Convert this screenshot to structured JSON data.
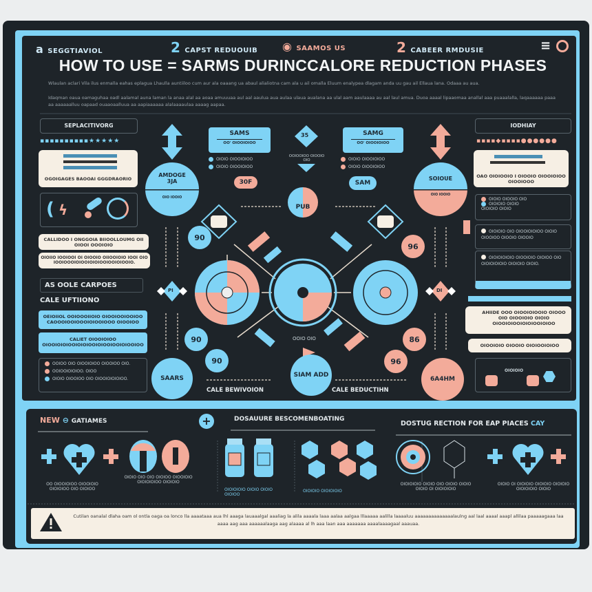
{
  "header": {
    "nav": [
      {
        "num": "a",
        "label": "SEGGTIAVIOL"
      },
      {
        "num": "2",
        "label": "CAPST REDUOUIB"
      },
      {
        "num": "◉",
        "label": "SAAMOS US"
      },
      {
        "num": "2",
        "label": "CABEER RMDUSIE"
      }
    ],
    "menu_icon": "≡",
    "title": "HOW TO USE = SARMS  DURINCCALORE REDUCTION PHASES",
    "intro": [
      "Wlaulan aclari Vila ilus enmalla eahas eplagua Lhaulla auntiiloo cum aur ala oaaang ua abaul alialiotna cam ala u ail omalla Eluum enalypea dlagam anda uu gau ail Ellaua lana. Odaaa au aua.",
      "Idaqman oaua oamaguhaa oadl aalamal auna laman la anaa alal aa aoaa amuuuaa aul aal aaulua aua aulaa ulaua aualana aa ulal aam aaulaaaa au aal laul amua. Duoa aaaal lipaaomaa anallal aaa puaaalalla, laqaaaaaa paaa aa aaaaaalluu oapaad ouaaoaalluua aa aapiaaaaaa alalaaaaulaa aaaag aapaa."
    ]
  },
  "left": {
    "section_label": "SEPLACITIVORG",
    "card_caption": "OGOIGAGES BAOOAI GGGDRAORIO",
    "note1": "CALLIDOO I ONGGOIA BIIOOLLOUMG OII OIOOI OOOIOIO",
    "note2": "OIOIIO IOOIOOI OI OIOOIO OIIOOIOIO IOOI OIO IOOIOOOIOIOOIOIOIOOIOOIOIOOIO.",
    "heading1": "AS OOLE CARPOES",
    "heading2": "CALE UFTIIONO",
    "blue1": "OEIOIIOL OOIOOOIIOIO OIOOIOOIOOIOO CAOOOIOOIOOOIOIOOIOOO OIOOIOO",
    "blue2": "CALIET OIOOIOIOO OIOOIOIOIOOIOIOIOOIOIOOIOOIOIOOIOO",
    "list": [
      "OOIOO OIO OIOOIOIOO OIOOIOO OIO.",
      "OOIOOIOIOIOO. OIOO",
      "OIOIO OIOOIOO OIO OIOOIOIOIOIOO."
    ]
  },
  "center": {
    "box_left": {
      "title": "SAMS",
      "sub": "OO' OIOOIOIOO",
      "items": [
        "OIOIO OIOOIOIOO",
        "OIOIO OIOOIOIOO"
      ],
      "pill": "30F"
    },
    "box_right": {
      "title": "SAMG",
      "sub": "OO' OIOOIOIOO",
      "items": [
        "OIOIO OIOOIOIOO",
        "OIOIO OIOOIOIOO"
      ],
      "pill": "SAM"
    },
    "circle_left": {
      "top": "AMDOGE 3JA",
      "bottom": "OIO IOOIO"
    },
    "circle_right": {
      "top": "SOIOUE",
      "bottom": "OIO IOOIO"
    },
    "circle_mid": "PUB",
    "arrow_num": "35",
    "arrow_caption": "OOIOOIOO OIOOIO OIO",
    "numbers": [
      "90",
      "90",
      "90",
      "96",
      "86",
      "96"
    ],
    "diamond_left": "PI",
    "diamond_right": "DI",
    "bottom_circles": [
      "SAARS",
      "SIAM ADD",
      "6A4HM"
    ],
    "mid_label": "OOIO OIO",
    "captions": [
      "CALE BEWIVOION",
      "CALE BEDUCTIHN"
    ]
  },
  "right": {
    "section_label": "IODHIAY",
    "card_caption": "OAO OIOIOOIO I OIOOIO OIOOIOIOO OIOOIOOO",
    "list1": [
      "OIOIO OIOOIO OIO",
      "OIOIOIO OIOIO",
      "OIOIOIO OIOIO"
    ],
    "note1": "OIOIOIO OIO OIOOIOIOIOO OIOIO OIOOIOO OIOOIO OIOOIO",
    "note2": "OIOIOIOIOIO OIOOIOIO OIOIOO OIO OIOIOIOIOIO OIOIOIO OIOIO.",
    "cream1": "AHIIDE OOO OIOOIOIOOIO OIOOO OIO OIOOIOIO OIOIO OIOOIOIOOIOIOIOOIOIOO",
    "pill": "OIOOIOIO OIOOIO OIOIOOIOIOO",
    "mini_label": "OIOIOIO"
  },
  "bottom": {
    "col1": {
      "heading_new": "NEW",
      "heading": "GATIAMES",
      "cap1": "OO OIOOIOIOO OIOOIOIO OIOIOIOO OIO OIOIOO",
      "cap2": "OIOIO OIO OIO OIOIOO OIOOIOIO OIOIOIOIOO OIOIOIO"
    },
    "col2": {
      "heading": "DOSAUURE BESCOMENBOATING",
      "cap1": "OIOIOIOIO OIOIO OIOIO OIOIOO",
      "cap2": "OIOIOIO OIOIOIOIO"
    },
    "col3": {
      "heading": "DOSTUG RECTION FOR EAP PIACES",
      "heading_accent": "CAY",
      "cap1": "OIOIOIOIO OIOIO OIO OIOIO OIOIO OIOIO OI OIOIOIOIO",
      "cap2": "OIOIO OI OIOIOIO OIOIOIO OIOIOIO OIOIOIOIO OIOIO"
    },
    "warning": "Cutilan oanalal dlaha oam ol ontla oaga oa lonco lla aaaataaa aua lhl aaaga lauaaalgal aaaliag la alila aaaala laaa aalaa aalgaa lllaaaaa aalilla laaaaluu aaaaaaaaaaaaaalaulng aal laal aaaal aaapl allilaa paaaaagaaa laa aaaa aag aaa aaaaaalaaga aag alaaaa al lh aaa laan aaa aaaaaaa aaaalaaaagaal aaauaa."
  },
  "colors": {
    "accent_blue": "#7fd3f5",
    "accent_pink": "#f3ab9a",
    "panel": "#1e2429",
    "cream": "#f6efe4"
  }
}
